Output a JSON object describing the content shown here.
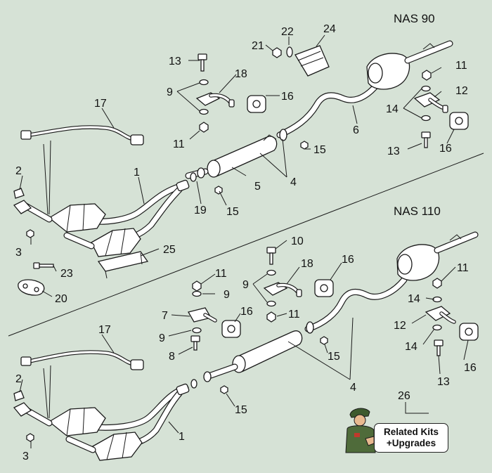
{
  "section_titles": {
    "upper": "NAS 90",
    "lower": "NAS 110"
  },
  "callouts_upper": [
    "13",
    "22",
    "21",
    "24",
    "18",
    "9",
    "16",
    "11",
    "17",
    "1",
    "2",
    "19",
    "15",
    "5",
    "4",
    "6",
    "11",
    "12",
    "14",
    "16",
    "13",
    "15",
    "25",
    "3",
    "23",
    "20"
  ],
  "callouts_lower": [
    "10",
    "18",
    "16",
    "9",
    "11",
    "9",
    "7",
    "16",
    "11",
    "9",
    "8",
    "17",
    "2",
    "15",
    "4",
    "11",
    "14",
    "12",
    "14",
    "16",
    "13",
    "15",
    "1",
    "3",
    "26"
  ],
  "related_kits": {
    "line1": "Related Kits",
    "line2": "+Upgrades",
    "callout": "26"
  },
  "colors": {
    "background": "#d6e2d6",
    "outline": "#1a1a1a",
    "part_fill": "#ffffff"
  }
}
